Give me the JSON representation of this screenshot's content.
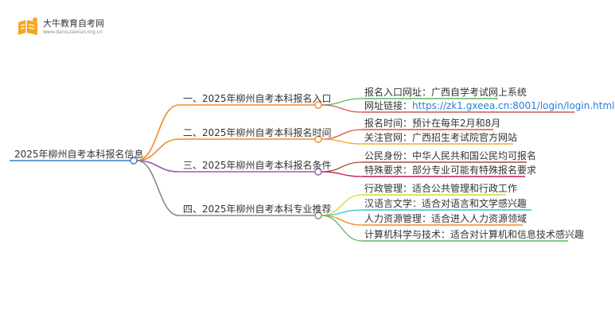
{
  "brand": {
    "name": "大牛教育自考网",
    "url": "www.daniuzaixian.org.cn"
  },
  "root": {
    "label": "2025年柳州自考本科报名信息",
    "color": "#3a78c9"
  },
  "branches": [
    {
      "label": "一、2025年柳州自考本科报名入口",
      "color": "#f08a24",
      "leaves": [
        {
          "label": "报名入口网址：广西自学考试网上系统",
          "color": "#5cb85c"
        },
        {
          "prefix": "网址链接：",
          "link": "https://zk1.gxeea.cn:8001/login/login.html",
          "color": "#d9534f"
        }
      ]
    },
    {
      "label": "二、2025年柳州自考本科报名时间",
      "color": "#f08a24",
      "leaves": [
        {
          "label": "报名时间：预计在每年2月和8月",
          "color": "#d9534f"
        },
        {
          "label": "关注官网：广西招生考试院官方网站",
          "color": "#f0ad1e"
        }
      ]
    },
    {
      "label": "三、2025年柳州自考本科报名条件",
      "color": "#9b59b6",
      "leaves": [
        {
          "label": "公民身份：中华人民共和国公民均可报名",
          "color": "#a0522d"
        },
        {
          "label": "特殊要求：部分专业可能有特殊报名要求",
          "color": "#c2185b"
        }
      ]
    },
    {
      "label": "四、2025年柳州自考本科专业推荐",
      "color": "#888888",
      "leaves": [
        {
          "label": "行政管理：适合公共管理和行政工作",
          "color": "#cddc39"
        },
        {
          "label": "汉语言文学：适合对语言和文学感兴趣",
          "color": "#26c6da"
        },
        {
          "label": "人力资源管理：适合进入人力资源领域",
          "color": "#f08a24"
        },
        {
          "label": "计算机科学与技术：适合对计算机和信息技术感兴趣",
          "color": "#5cb85c"
        }
      ]
    }
  ]
}
